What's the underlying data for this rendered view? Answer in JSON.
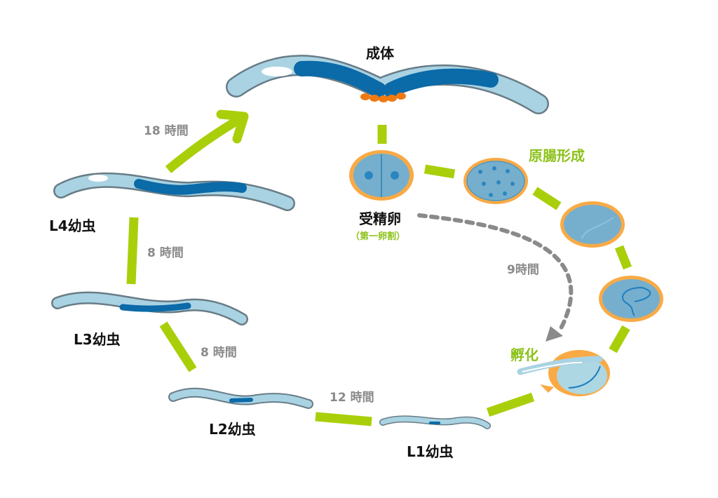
{
  "colors": {
    "cycle_green": "#a9cf0a",
    "egg_shell": "#f9aa45",
    "egg_fill": "#76afcd",
    "worm_body": "#a9d3e3",
    "worm_outline": "#687c86",
    "worm_gut": "#0b6aa8",
    "oocyte": "#f07a12",
    "dashed_arrow": "#8a8a8a"
  },
  "stages": {
    "adult": "成体",
    "fertilized_egg": "受精卵",
    "first_cleavage": "（第一卵割）",
    "gastrulation": "原腸形成",
    "hatching": "孵化",
    "l1": "L1幼虫",
    "l2": "L2幼虫",
    "l3": "L3幼虫",
    "l4": "L4幼虫"
  },
  "durations": {
    "embryo": "9時間",
    "l1_to_l2": "12 時間",
    "l2_to_l3": "8 時間",
    "l3_to_l4": "8 時間",
    "l4_to_adult": "18 時間"
  }
}
